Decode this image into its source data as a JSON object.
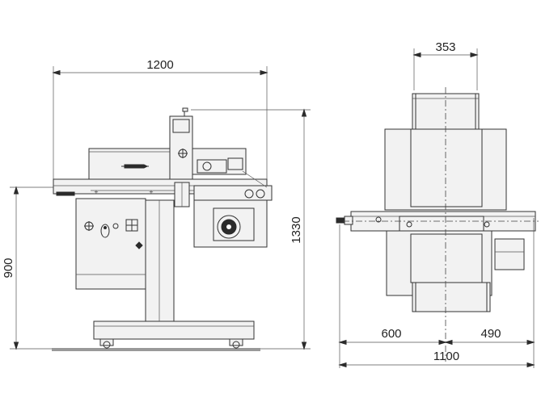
{
  "dimensions": {
    "side_width": "1200",
    "side_total_height": "1330",
    "side_table_height": "900",
    "front_top_width": "353",
    "front_left": "600",
    "front_right": "490",
    "front_total": "1100"
  },
  "colors": {
    "line": "#333333",
    "fill": "#f2f2f2",
    "dark": "#2b2b2b"
  }
}
